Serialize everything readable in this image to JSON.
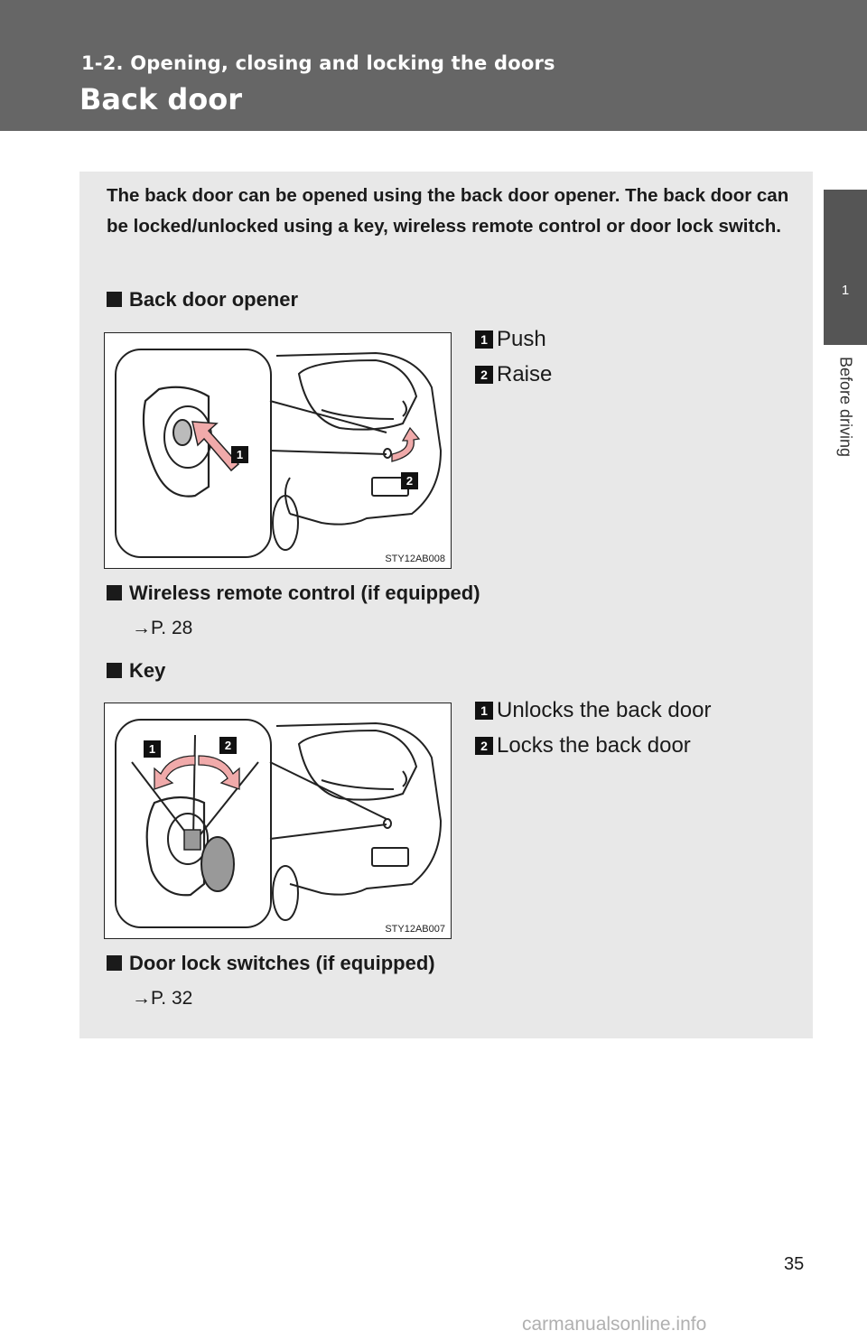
{
  "header": {
    "section": "1-2. Opening, closing and locking the doors",
    "title": "Back door"
  },
  "side_tab": {
    "number": "1",
    "label": "Before driving"
  },
  "intro": "The back door can be opened using the back door opener. The back door can be locked/unlocked using a key, wireless remote control or door lock switch.",
  "sections": {
    "opener": {
      "heading": "Back door opener",
      "figure_code": "STY12AB008",
      "steps": [
        {
          "num": "1",
          "text": "Push"
        },
        {
          "num": "2",
          "text": "Raise"
        }
      ]
    },
    "remote": {
      "heading": "Wireless remote control (if equipped)",
      "ref": "→P. 28"
    },
    "key": {
      "heading": "Key",
      "figure_code": "STY12AB007",
      "steps": [
        {
          "num": "1",
          "text": "Unlocks the back door"
        },
        {
          "num": "2",
          "text": "Locks the back door"
        }
      ]
    },
    "switches": {
      "heading": "Door lock switches (if equipped)",
      "ref": "→P. 32"
    }
  },
  "page_number": "35",
  "watermark": "carmanualsonline.info",
  "colors": {
    "header_bg": "#666666",
    "side_tab_bg": "#555555",
    "content_bg": "#e8e8e8",
    "arrow_fill": "#f0aaaa"
  }
}
